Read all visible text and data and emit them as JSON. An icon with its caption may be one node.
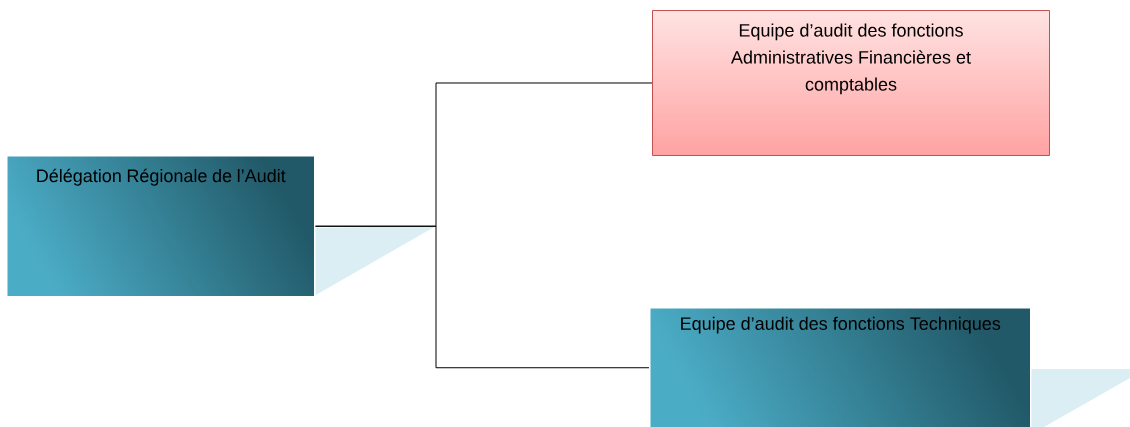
{
  "diagram": {
    "nodes": [
      {
        "text": [
          "Délégation Régionale de l’Audit"
        ]
      },
      {
        "text": [
          "Equipe d’audit des fonctions Administratives Financières et comptables"
        ]
      },
      {
        "text": [
          "Equipe d’audit des fonctions Techniques"
        ]
      }
    ],
    "edges": [
      {
        "from": 0,
        "to": 1,
        "arrow": "none"
      },
      {
        "from": 0,
        "to": 2,
        "arrow": "none"
      }
    ]
  }
}
